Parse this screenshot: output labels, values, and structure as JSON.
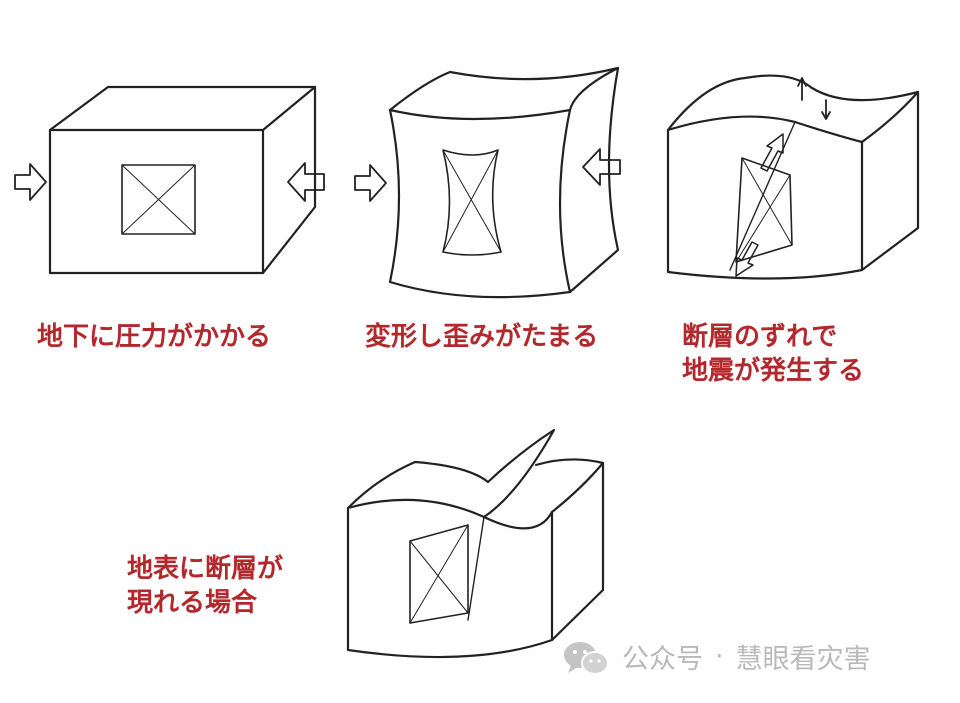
{
  "panels": [
    {
      "id": "pressure",
      "caption": [
        "地下に圧力がかかる"
      ]
    },
    {
      "id": "deformation",
      "caption": [
        "変形し歪みがたまる"
      ]
    },
    {
      "id": "fault-slip",
      "caption": [
        "断層のずれで",
        "地震が発生する"
      ]
    },
    {
      "id": "surface-fault",
      "caption": [
        "地表に断層が",
        "現れる場合"
      ]
    }
  ],
  "watermark": {
    "source": "公众号",
    "separator": "·",
    "account": "慧眼看灾害",
    "icon": "wechat-icon"
  },
  "colors": {
    "caption": "#b3282d",
    "line": "#222222",
    "watermark": "#b9b9b9"
  }
}
